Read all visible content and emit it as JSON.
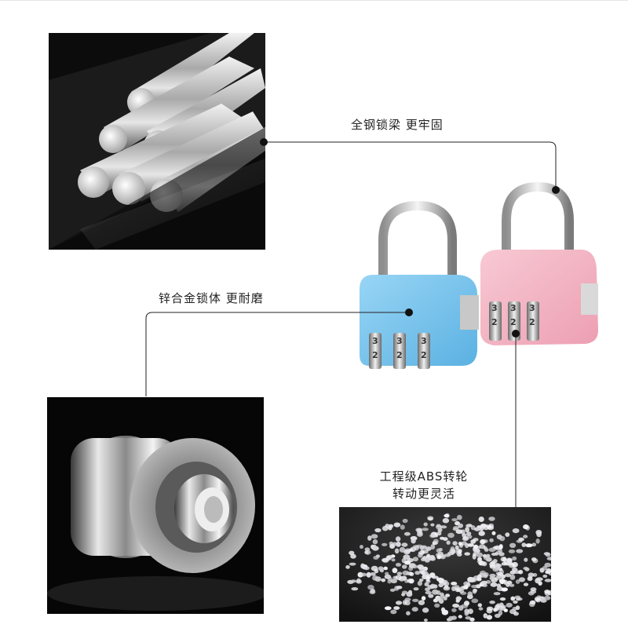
{
  "callouts": {
    "steel_beam": "全钢锁梁 更牢固",
    "zinc_body": "锌合金锁体 更耐磨",
    "abs_wheel_line1": "工程级ABS转轮",
    "abs_wheel_line2": "转动更灵活"
  },
  "lock_digits": {
    "blue": [
      "3",
      "3",
      "3"
    ],
    "blue_lower": [
      "2",
      "2",
      "2"
    ],
    "pink": [
      "3",
      "3",
      "3"
    ],
    "pink_lower": [
      "2",
      "2",
      "2"
    ]
  },
  "colors": {
    "blue_lock": "#7cc6ef",
    "pink_lock": "#f4b8c6",
    "leader_line": "#222222"
  }
}
